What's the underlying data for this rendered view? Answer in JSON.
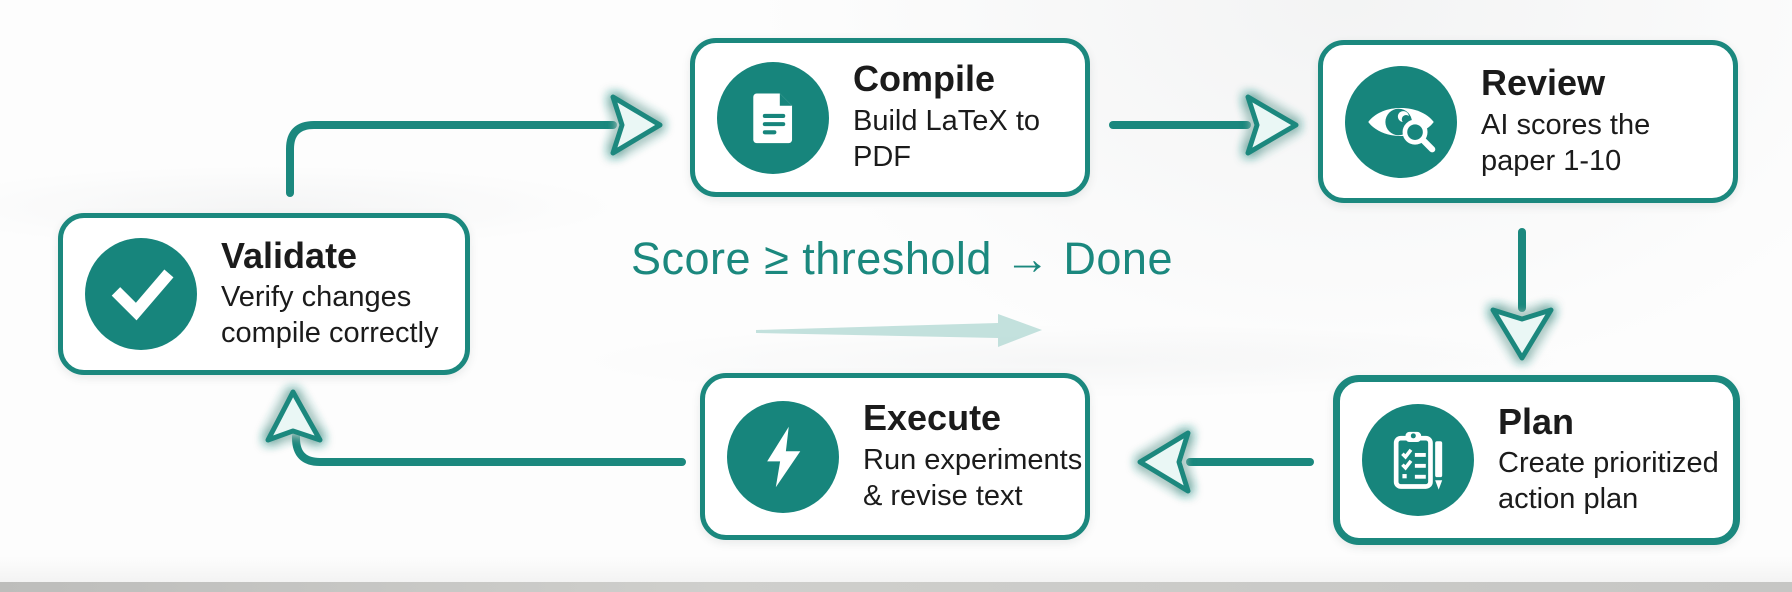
{
  "diagram": {
    "center_label": "Score ≥ threshold → Done",
    "nodes": [
      {
        "id": "compile",
        "title": "Compile",
        "description": "Build LaTeX to\nPDF",
        "icon": "document-icon"
      },
      {
        "id": "review",
        "title": "Review",
        "description": "AI scores the\npaper 1-10",
        "icon": "eye-magnifier-icon"
      },
      {
        "id": "validate",
        "title": "Validate",
        "description": "Verify changes\ncompile correctly",
        "icon": "checkmark-icon"
      },
      {
        "id": "execute",
        "title": "Execute",
        "description": "Run experiments\n& revise text",
        "icon": "lightning-icon"
      },
      {
        "id": "plan",
        "title": "Plan",
        "description": "Create prioritized\naction plan",
        "icon": "clipboard-checklist-icon"
      }
    ],
    "edges": [
      {
        "from": "validate",
        "to": "compile"
      },
      {
        "from": "compile",
        "to": "review"
      },
      {
        "from": "review",
        "to": "plan"
      },
      {
        "from": "plan",
        "to": "execute"
      },
      {
        "from": "execute",
        "to": "validate"
      },
      {
        "from": "review",
        "to": "done",
        "condition": "Score ≥ threshold"
      }
    ],
    "colors": {
      "teal": "#1B887E",
      "icon_teal": "#17857C",
      "text": "#1B1B1B",
      "arrowhead_fill": "#EAF7F5",
      "faded_arrow": "#9FD0C9",
      "bottom_strip": "#C9C9C7"
    }
  }
}
